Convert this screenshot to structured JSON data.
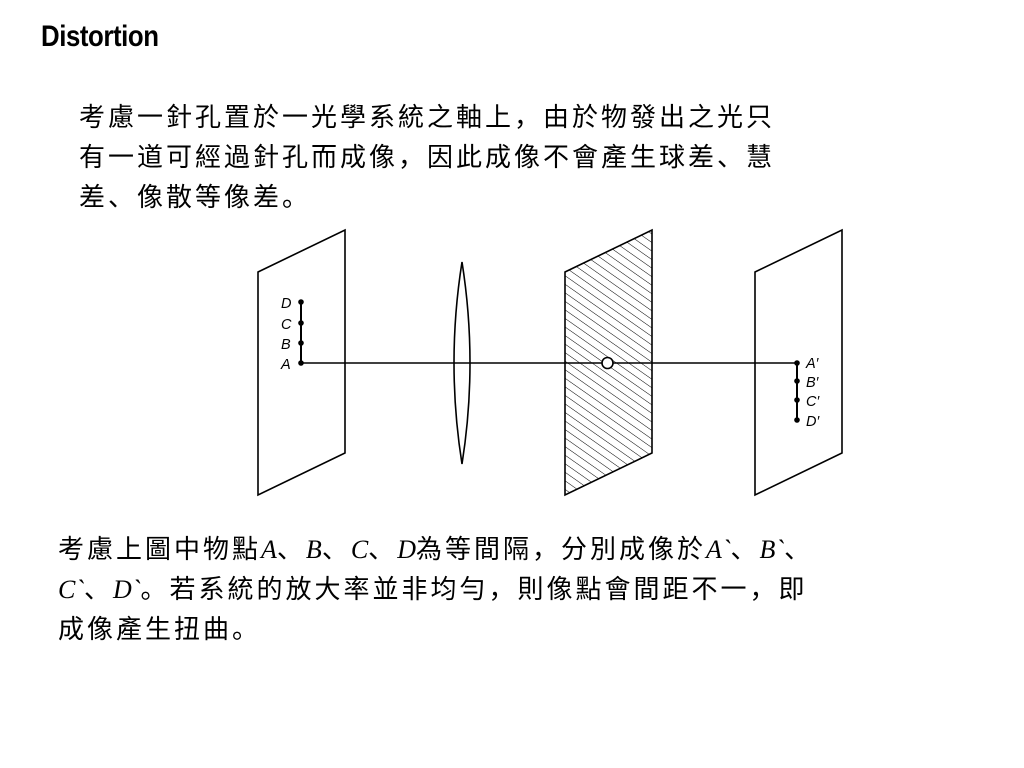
{
  "slide": {
    "title": "Distortion",
    "intro_lines": [
      "考慮一針孔置於一光學系統之軸上，由於物發出之光只",
      "有一道可經過針孔而成像，因此成像不會產生球差、慧",
      "差、像散等像差。"
    ],
    "conclusion": {
      "l1_a": "考慮上圖中物點",
      "A": "A",
      "sep1": "、",
      "B": "B",
      "sep2": "、",
      "C": "C",
      "sep3": "、",
      "D": "D",
      "l1_b": "為等間隔，分別成像於",
      "A2": "A`",
      "sep4": "、",
      "B2": "B`",
      "sep5": "、",
      "C2": "C`",
      "sep6": "、",
      "D2": "D`",
      "l2_b": "。若系統的放大率並非均勻，則像點會間距不一，即",
      "l3": "成像產生扭曲。"
    }
  },
  "diagram": {
    "object_points": [
      "D",
      "C",
      "B",
      "A"
    ],
    "image_points": [
      "A′",
      "B′",
      "C′",
      "D′"
    ],
    "colors": {
      "stroke": "#000000",
      "background": "#ffffff"
    }
  }
}
